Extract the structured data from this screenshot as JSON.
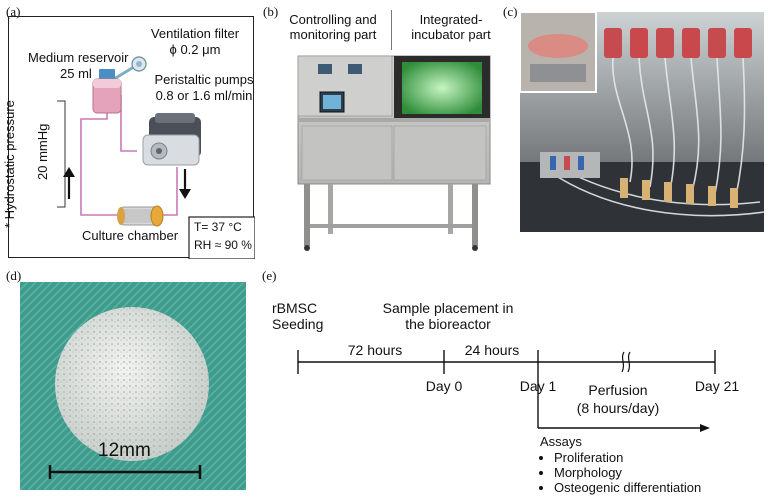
{
  "panel_a": {
    "label": "(a)",
    "ventilation_filter": "Ventilation filter",
    "filter_size": "ϕ 0.2 μm",
    "medium_reservoir": "Medium reservoir",
    "reservoir_volume": "25 ml",
    "peristaltic_pumps": "Peristaltic pumps",
    "pump_rate": "0.8 or 1.6 ml/min",
    "hydrostatic_pressure": "* Hydrostatic pressure",
    "pressure_value": "20 mmHg",
    "culture_chamber": "Culture chamber",
    "temperature": "T= 37 °C",
    "humidity": "RH ≈ 90 %"
  },
  "panel_b": {
    "label": "(b)",
    "controlling_part": "Controlling and monitoring part",
    "incubator_part": "Integrated- incubator part"
  },
  "panel_c": {
    "label": "(c)"
  },
  "panel_d": {
    "label": "(d)",
    "scale_bar": "12mm"
  },
  "panel_e": {
    "label": "(e)",
    "seeding": "rBMSC Seeding",
    "placement": "Sample placement in the bioreactor",
    "interval_1": "72 hours",
    "interval_2": "24 hours",
    "day_0": "Day 0",
    "day_1": "Day 1",
    "day_21": "Day 21",
    "perfusion": "Perfusion",
    "perfusion_rate": "(8 hours/day)",
    "assays_title": "Assays",
    "assays": [
      "Proliferation",
      "Morphology",
      "Osteogenic differentiation"
    ]
  }
}
